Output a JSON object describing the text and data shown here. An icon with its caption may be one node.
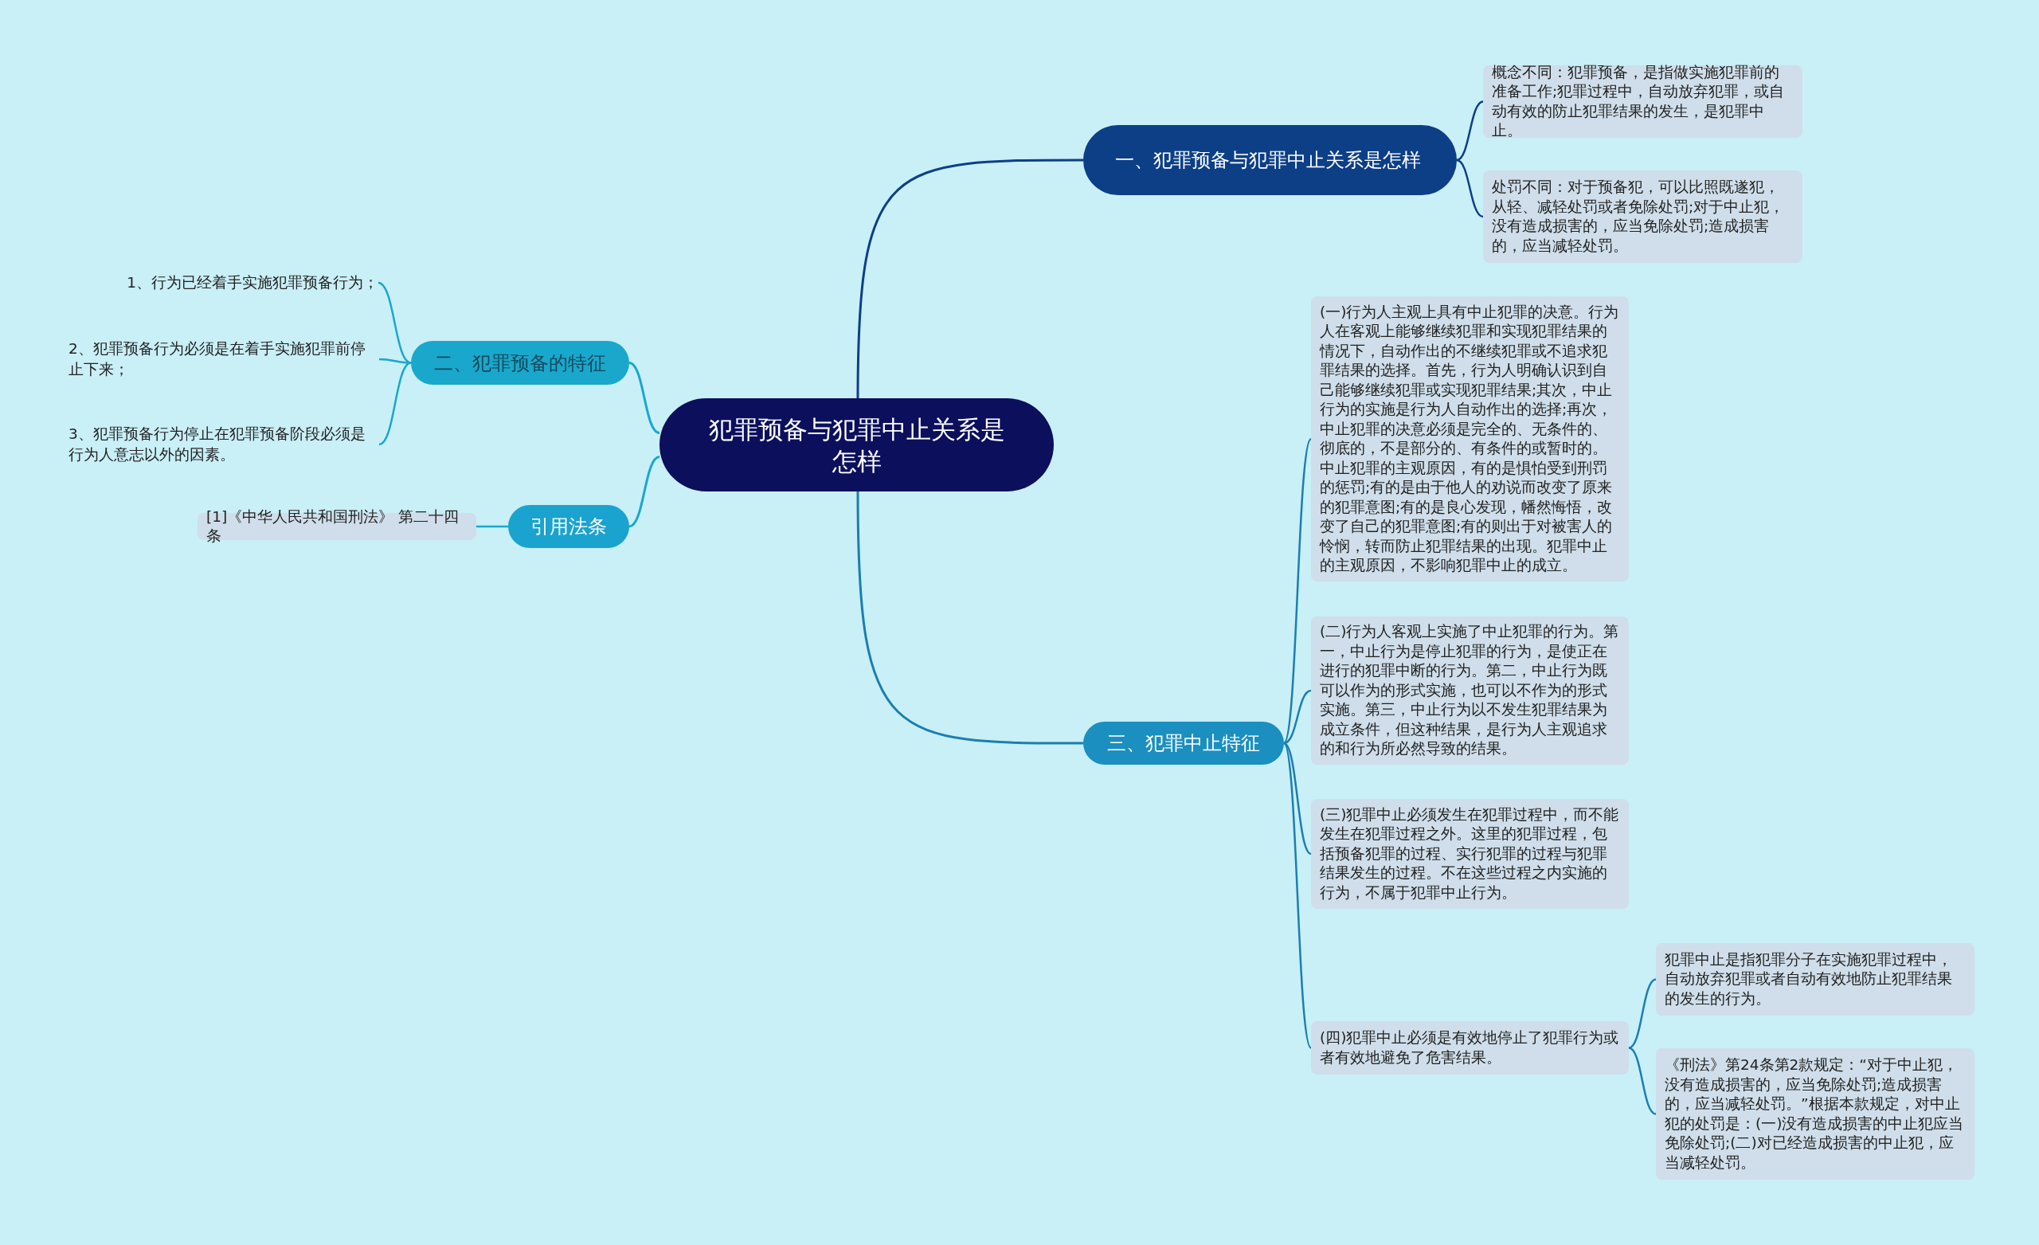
{
  "diagram": {
    "nodes": [
      {
        "text": [
          "犯罪预备与犯罪中止关系是怎样"
        ]
      },
      {
        "text": [
          "一、犯罪预备与犯罪中止关系是怎样"
        ]
      },
      {
        "text": [
          "概念不同：犯罪预备，是指做实施犯罪前的准备工作;犯罪过程中，自动放弃犯罪，或自动有效的防止犯罪结果的发生，是犯罪中止。"
        ]
      },
      {
        "text": [
          "处罚不同：对于预备犯，可以比照既遂犯，从轻、减轻处罚或者免除处罚;对于中止犯，没有造成损害的，应当免除处罚;造成损害的，应当减轻处罚。"
        ]
      },
      {
        "text": [
          "二、犯罪预备的特征"
        ]
      },
      {
        "text": [
          "1、行为已经着手实施犯罪预备行为；"
        ]
      },
      {
        "text": [
          "2、犯罪预备行为必须是在着手实施犯罪前停止下来；"
        ]
      },
      {
        "text": [
          "3、犯罪预备行为停止在犯罪预备阶段必须是行为人意志以外的因素。"
        ]
      },
      {
        "text": [
          "引用法条"
        ]
      },
      {
        "text": [
          "[1]《中华人民共和国刑法》 第二十四条"
        ]
      },
      {
        "text": [
          "三、犯罪中止特征"
        ]
      },
      {
        "text": [
          "(一)行为人主观上具有中止犯罪的决意。行为人在客观上能够继续犯罪和实现犯罪结果的情况下，自动作出的不继续犯罪或不追求犯罪结果的选择。首先，行为人明确认识到自己能够继续犯罪或实现犯罪结果;其次，中止行为的实施是行为人自动作出的选择;再次，中止犯罪的决意必须是完全的、无条件的、彻底的，不是部分的、有条件的或暂时的。中止犯罪的主观原因，有的是惧怕受到刑罚的惩罚;有的是由于他人的劝说而改变了原来的犯罪意图;有的是良心发现，幡然悔悟，改变了自己的犯罪意图;有的则出于对被害人的怜悯，转而防止犯罪结果的出现。犯罪中止的主观原因，不影响犯罪中止的成立。"
        ]
      },
      {
        "text": [
          "(二)行为人客观上实施了中止犯罪的行为。第一，中止行为是停止犯罪的行为，是使正在进行的犯罪中断的行为。第二，中止行为既可以作为的形式实施，也可以不作为的形式实施。第三，中止行为以不发生犯罪结果为成立条件，但这种结果，是行为人主观追求的和行为所必然导致的结果。"
        ]
      },
      {
        "text": [
          "(三)犯罪中止必须发生在犯罪过程中，而不能发生在犯罪过程之外。这里的犯罪过程，包括预备犯罪的过程、实行犯罪的过程与犯罪结果发生的过程。不在这些过程之内实施的行为，不属于犯罪中止行为。"
        ]
      },
      {
        "text": [
          "(四)犯罪中止必须是有效地停止了犯罪行为或者有效地避免了危害结果。"
        ]
      },
      {
        "text": [
          "犯罪中止是指犯罪分子在实施犯罪过程中，自动放弃犯罪或者自动有效地防止犯罪结果的发生的行为。"
        ]
      },
      {
        "text": [
          "《刑法》第24条第2款规定：“对于中止犯，没有造成损害的，应当免除处罚;造成损害的，应当减轻处罚。”根据本款规定，对中止犯的处罚是：(一)没有造成损害的中止犯应当免除处罚;(二)对已经造成损害的中止犯，应当减轻处罚。"
        ]
      }
    ],
    "edges": [
      {
        "from": 0,
        "to": 1,
        "arrow": "none",
        "color": "#0d3f87"
      },
      {
        "from": 1,
        "to": 2,
        "arrow": "none",
        "color": "#0d3f87"
      },
      {
        "from": 1,
        "to": 3,
        "arrow": "none",
        "color": "#0d3f87"
      },
      {
        "from": 0,
        "to": 4,
        "arrow": "none",
        "color": "#1aa7cc"
      },
      {
        "from": 4,
        "to": 5,
        "arrow": "none",
        "color": "#1aa7cc"
      },
      {
        "from": 4,
        "to": 6,
        "arrow": "none",
        "color": "#1aa7cc"
      },
      {
        "from": 4,
        "to": 7,
        "arrow": "none",
        "color": "#1aa7cc"
      },
      {
        "from": 0,
        "to": 8,
        "arrow": "none",
        "color": "#1aa7cc"
      },
      {
        "from": 8,
        "to": 9,
        "arrow": "none",
        "color": "#1aa7cc"
      },
      {
        "from": 0,
        "to": 10,
        "arrow": "none"
      },
      {
        "from": 10,
        "to": 11,
        "arrow": "none"
      },
      {
        "from": 10,
        "to": 12,
        "arrow": "none"
      },
      {
        "from": 10,
        "to": 13,
        "arrow": "none"
      },
      {
        "from": 10,
        "to": 14,
        "arrow": "none"
      },
      {
        "from": 14,
        "to": 15,
        "arrow": "none"
      },
      {
        "from": 14,
        "to": 16,
        "arrow": "none"
      }
    ]
  }
}
